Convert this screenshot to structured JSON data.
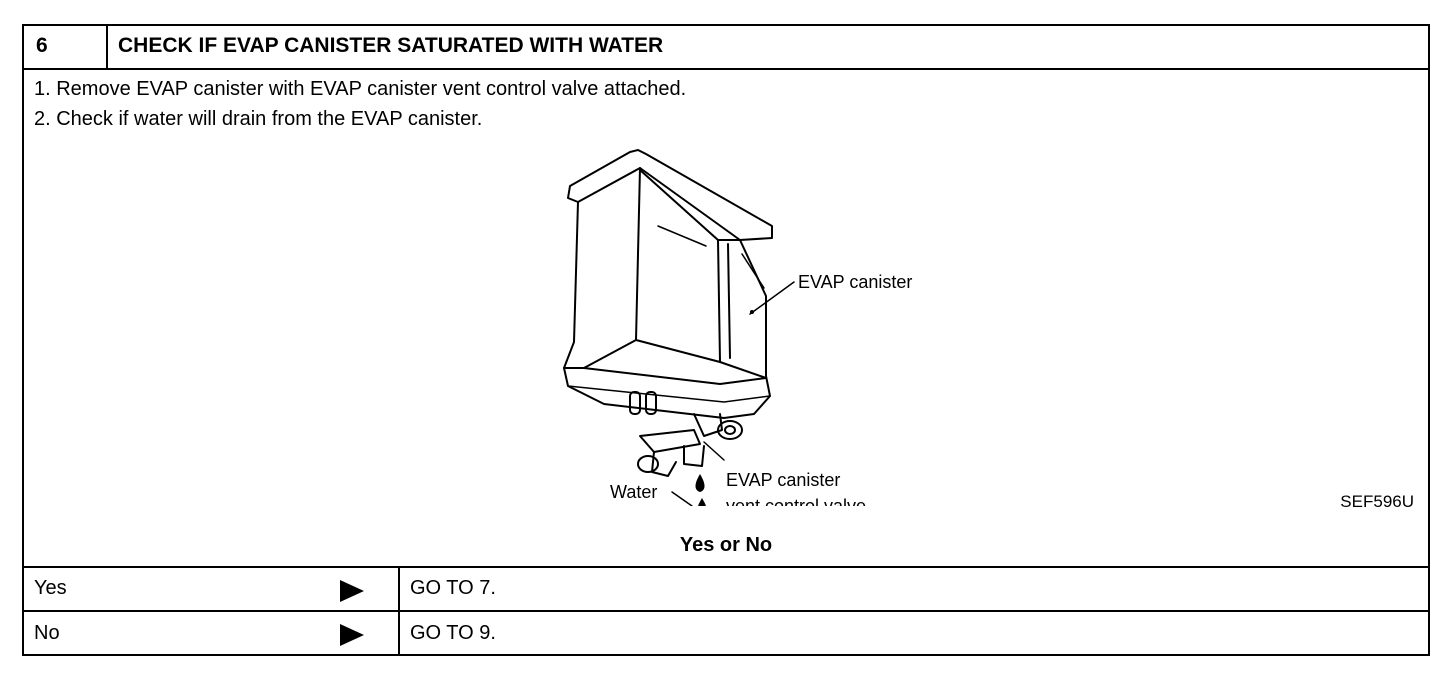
{
  "step": {
    "number": "6",
    "title": "CHECK IF EVAP CANISTER SATURATED WITH WATER"
  },
  "instructions": [
    "1.  Remove EVAP canister with EVAP canister vent control valve attached.",
    "2.  Check if water will drain from the EVAP canister."
  ],
  "figure": {
    "label_canister": "EVAP  canister",
    "label_valve_line1": "EVAP  canister",
    "label_valve_line2": "vent  control  valve",
    "label_water": "Water",
    "code": "SEF596U"
  },
  "question": "Yes or No",
  "answers": [
    {
      "label": "Yes",
      "arrow_icon": "right-triangle-icon",
      "result": "GO TO 7."
    },
    {
      "label": "No",
      "arrow_icon": "right-triangle-icon",
      "result": "GO TO 9."
    }
  ]
}
